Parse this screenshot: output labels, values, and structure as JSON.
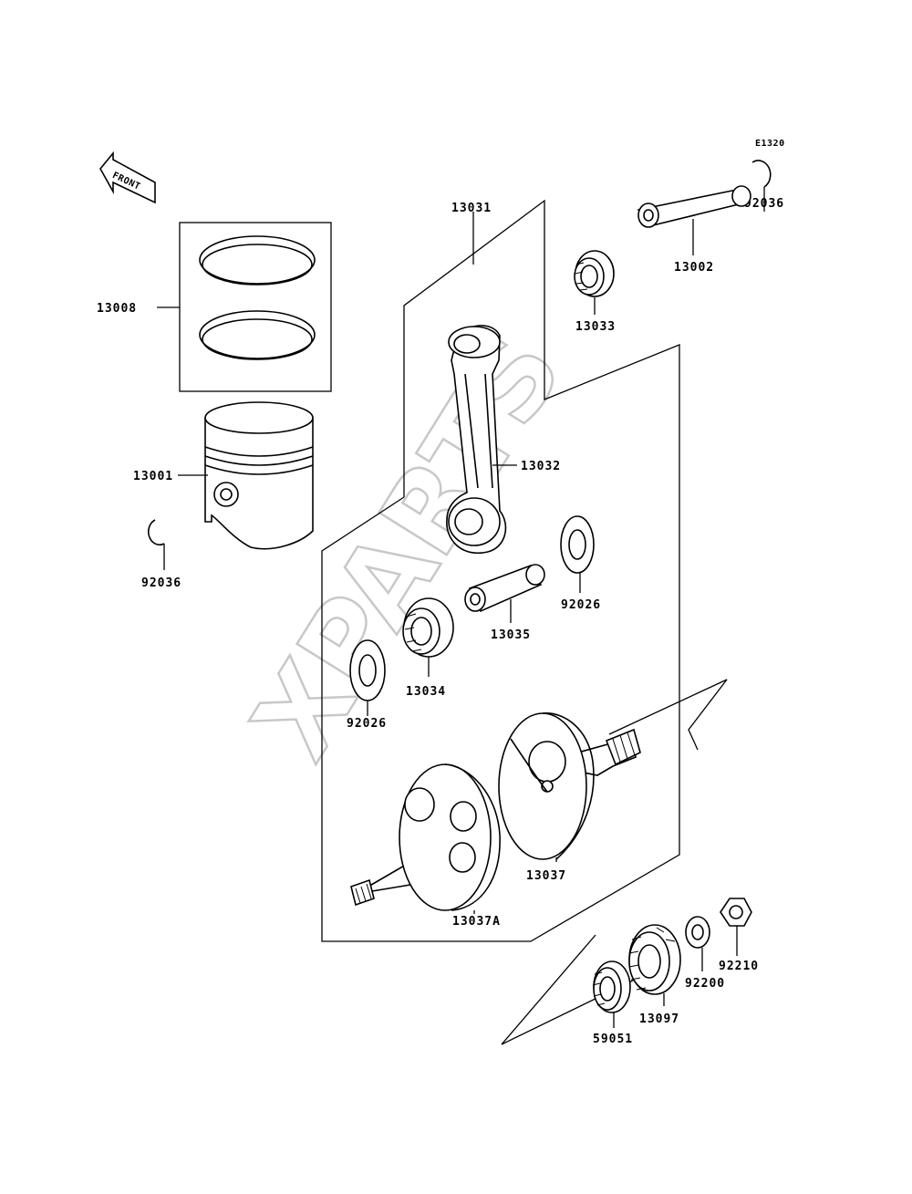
{
  "diagram": {
    "code": "E1320",
    "front_label": "FRONT",
    "watermark": "XPARTS"
  },
  "parts": {
    "p13031": "13031",
    "p13002": "13002",
    "p92036_top": "92036",
    "p13033": "13033",
    "p13008": "13008",
    "p13032": "13032",
    "p13001": "13001",
    "p92036_left": "92036",
    "p92026_right": "92026",
    "p13035": "13035",
    "p13034": "13034",
    "p92026_left": "92026",
    "p13037": "13037",
    "p13037A": "13037A",
    "p92210": "92210",
    "p92200": "92200",
    "p13097": "13097",
    "p59051": "59051"
  }
}
